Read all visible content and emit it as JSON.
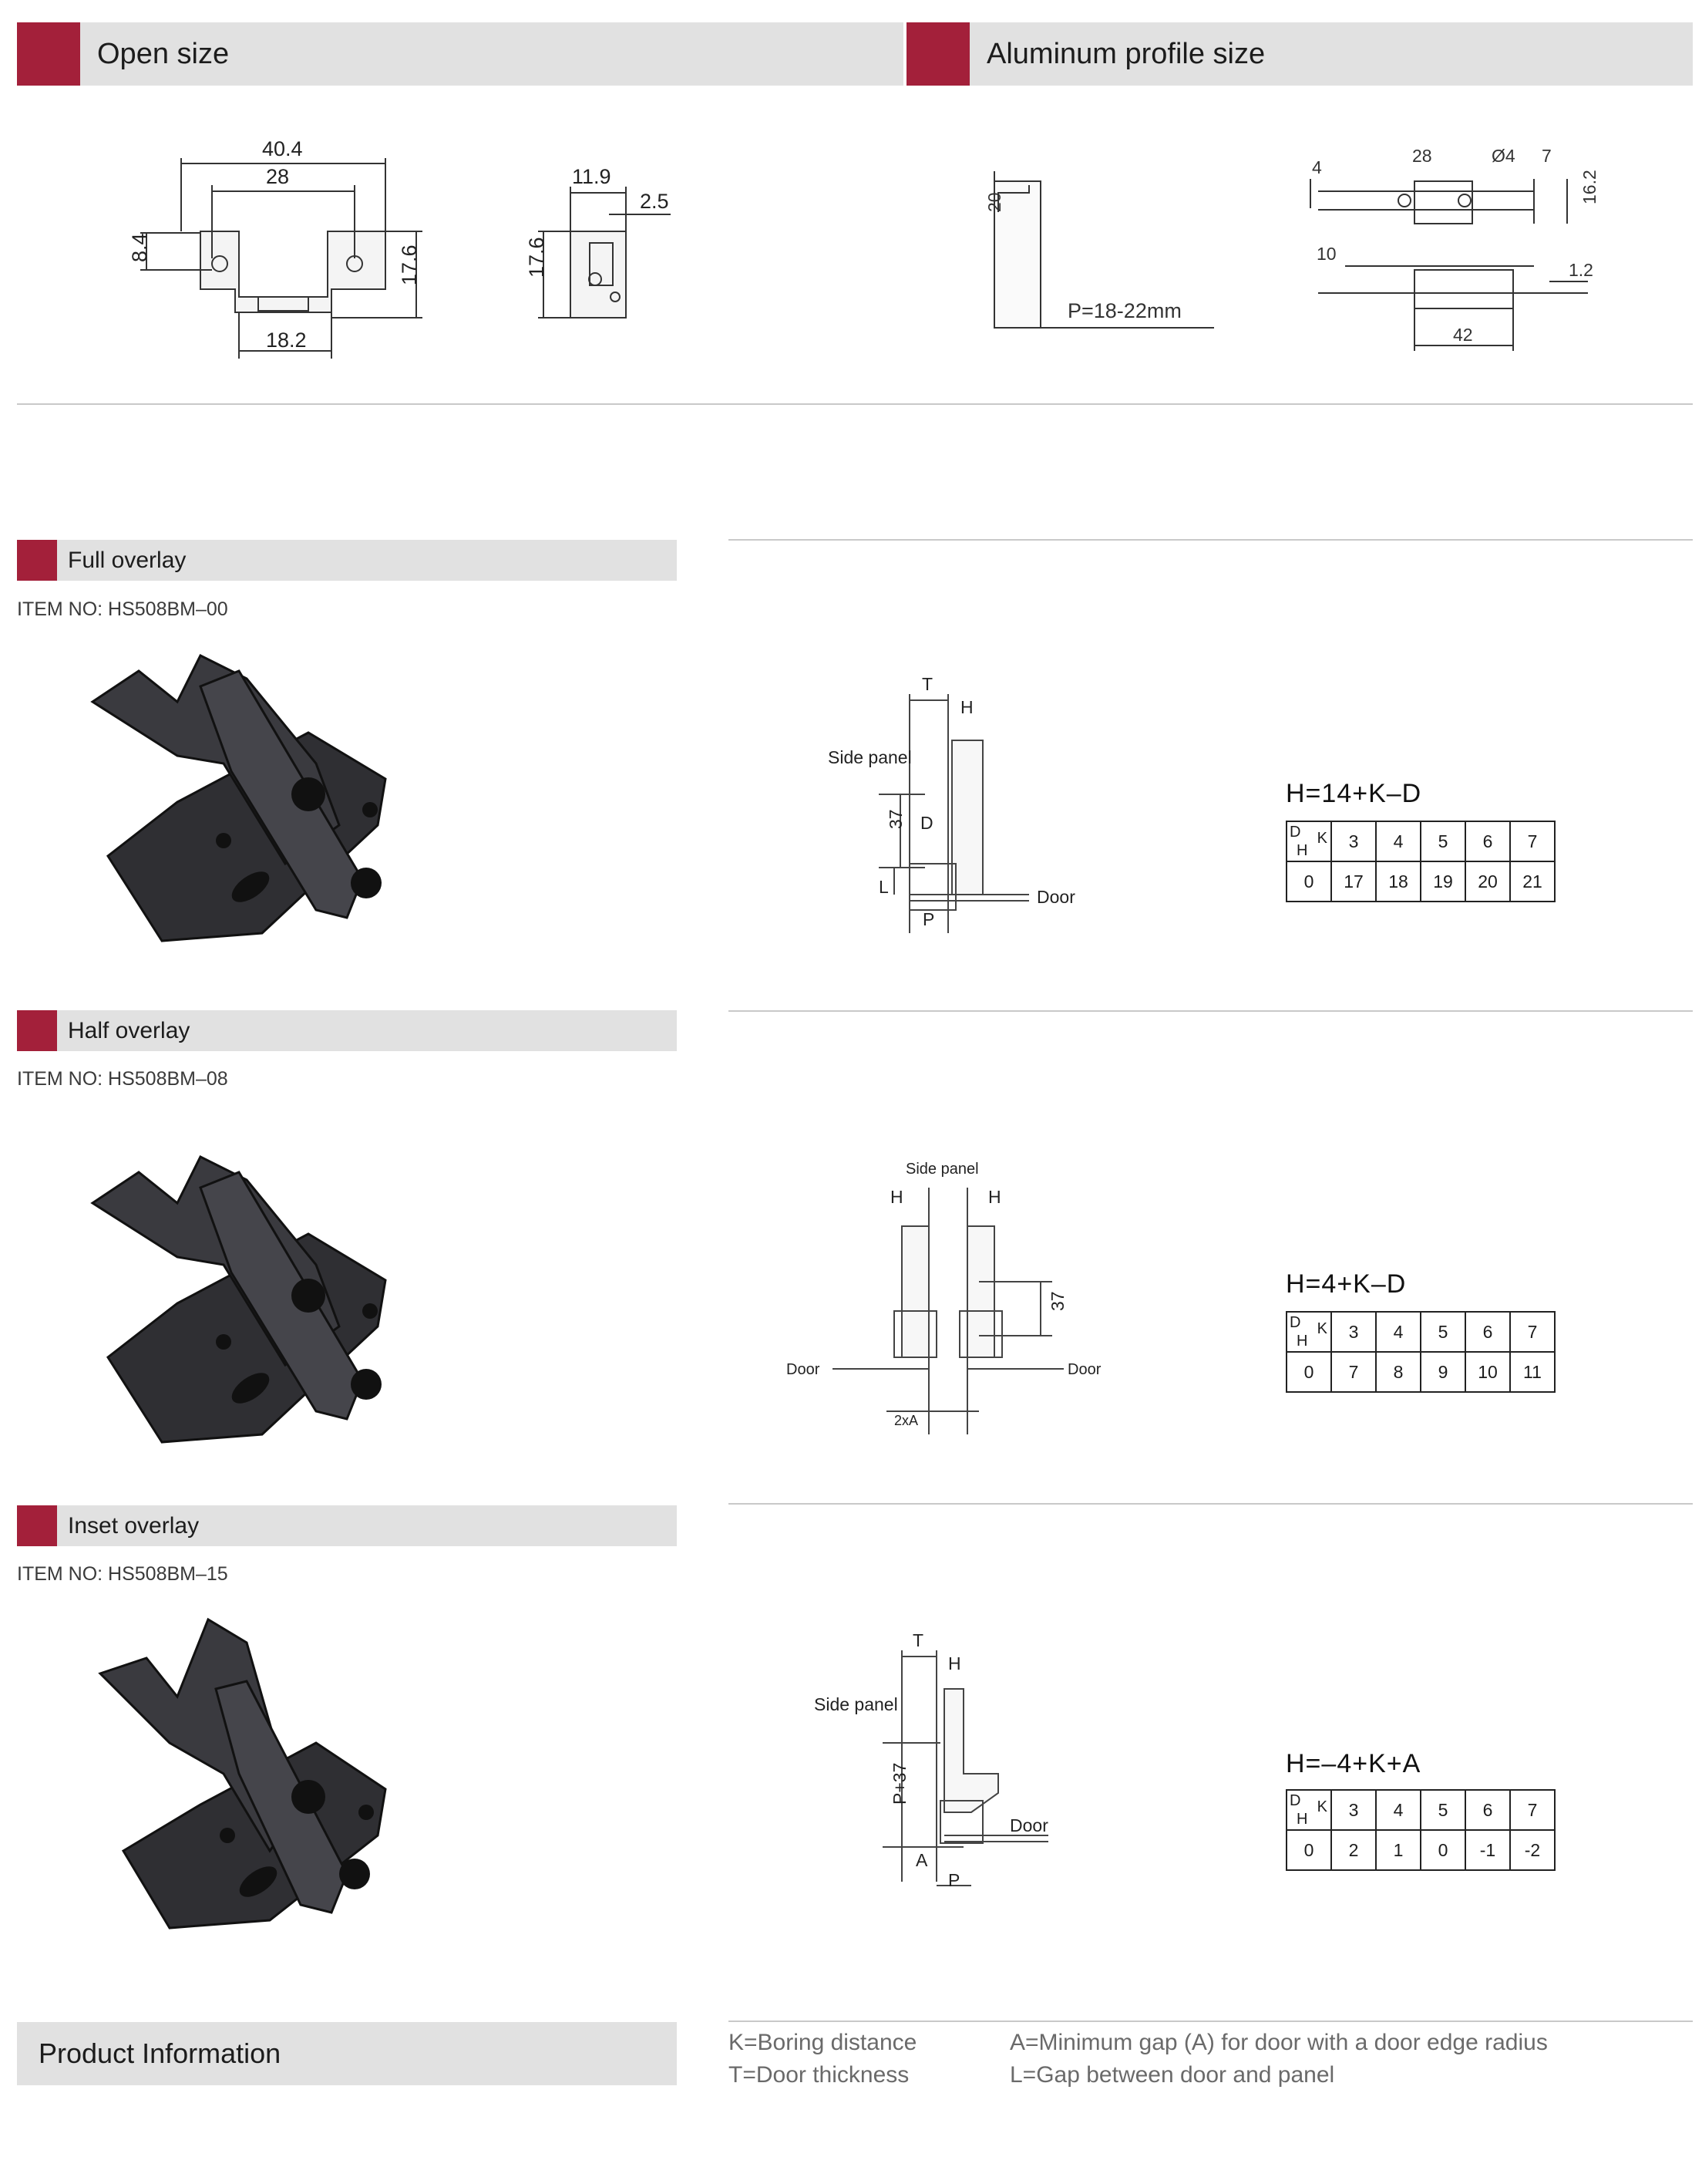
{
  "sections": {
    "open_size": "Open size",
    "profile_size": "Aluminum profile size",
    "product_info": "Product Information"
  },
  "open_size_dims": {
    "width_outer": "40.4",
    "width_inner": "28",
    "height_left": "8.4",
    "height_right": "17.6",
    "bottom": "18.2",
    "side_top": "11.9",
    "side_right": "2.5",
    "side_height": "17.6"
  },
  "profile_dims": {
    "height": "20",
    "range": "P=18-22mm",
    "top_a": "4",
    "top_b": "28",
    "top_hole": "Ø4",
    "top_c": "7",
    "top_d": "16.2",
    "bot_a": "10",
    "bot_b": "1.2",
    "bot_c": "42"
  },
  "variants": [
    {
      "title": "Full overlay",
      "item_no": "ITEM NO: HS508BM–00",
      "formula": "H=14+K–D",
      "k_values": [
        "3",
        "4",
        "5",
        "6",
        "7"
      ],
      "h_values": [
        "17",
        "18",
        "19",
        "20",
        "21"
      ],
      "d_value": "0",
      "labels": {
        "side_panel": "Side panel",
        "t": "T",
        "h": "H",
        "dim": "37",
        "d": "D",
        "l": "L",
        "p": "P",
        "door": "Door"
      }
    },
    {
      "title": "Half overlay",
      "item_no": "ITEM NO: HS508BM–08",
      "formula": "H=4+K–D",
      "k_values": [
        "3",
        "4",
        "5",
        "6",
        "7"
      ],
      "h_values": [
        "7",
        "8",
        "9",
        "10",
        "11"
      ],
      "d_value": "0",
      "labels": {
        "side_panel": "Side panel",
        "h": "H",
        "dim": "37",
        "door_left": "Door",
        "door_right": "Door",
        "gap": "2xA"
      }
    },
    {
      "title": "Inset overlay",
      "item_no": "ITEM NO: HS508BM–15",
      "formula": "H=–4+K+A",
      "k_values": [
        "3",
        "4",
        "5",
        "6",
        "7"
      ],
      "h_values": [
        "2",
        "1",
        "0",
        "-1",
        "-2"
      ],
      "d_value": "0",
      "labels": {
        "side_panel": "Side panel",
        "t": "T",
        "h": "H",
        "dim": "P+37",
        "a": "A",
        "p": "P",
        "door": "Door"
      }
    }
  ],
  "table_corner": {
    "d": "D",
    "k": "K",
    "h": "H"
  },
  "legend": {
    "k": "K=Boring distance",
    "t": "T=Door thickness",
    "a": "A=Minimum gap (A) for door with a door edge radius",
    "l": "L=Gap between door and panel"
  },
  "colors": {
    "accent": "#a3203a",
    "header_bg": "#e1e1e1",
    "rule": "#c9c9c9"
  },
  "icons": [
    "hinge-photo"
  ]
}
